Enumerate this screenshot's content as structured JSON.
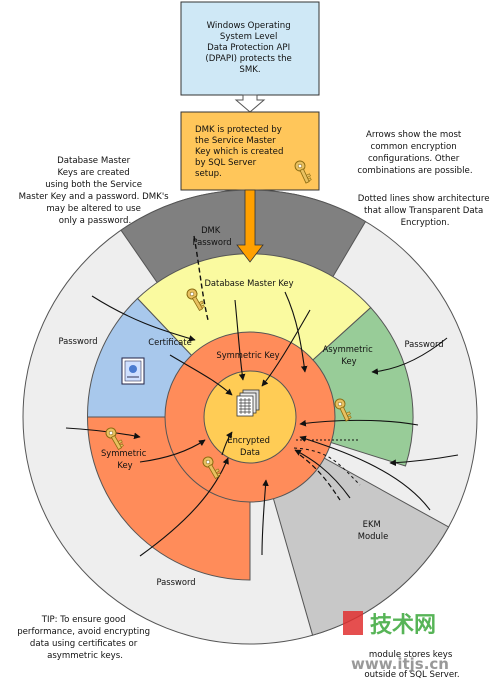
{
  "boxes": {
    "dpapi": [
      "Windows Operating",
      "System Level",
      "Data Protection API",
      "(DPAPI) protects the",
      "SMK."
    ],
    "dmk": [
      "DMK is protected by",
      "the Service Master",
      "Key which is created",
      "by SQL Server",
      "setup."
    ]
  },
  "notes": {
    "left_top": [
      "Database Master",
      "Keys are created",
      "using both the Service",
      "Master Key and a password. DMK's",
      "may be altered to use",
      "only a password."
    ],
    "right_top": [
      "Arrows show the most",
      "common encryption",
      "configurations. Other",
      "combinations are possible."
    ],
    "right_mid": [
      "Dotted lines show architecture",
      "that allow Transparent Data",
      "Encryption."
    ],
    "tip": [
      "TIP: To ensure good",
      "performance, avoid encrypting",
      "data using certificates or",
      "asymmetric keys."
    ],
    "bottom_right": [
      "module stores keys",
      "outside of SQL Server."
    ]
  },
  "labels": {
    "dmk_password": [
      "DMK",
      "Password"
    ],
    "database_master_key": "Database Master Key",
    "certificate": "Certificate",
    "asymmetric_key": [
      "Asymmetric",
      "Key"
    ],
    "symmetric_key_left": [
      "Symmetric",
      "Key"
    ],
    "symmetric_key_inner": "Symmetric Key",
    "encrypted_data": [
      "Encrypted",
      "Data"
    ],
    "ekm_module": [
      "EKM",
      "Module"
    ],
    "password_left": "Password",
    "password_right": "Password",
    "password_bottom": "Password"
  },
  "watermark": {
    "brand": "技术网",
    "url": "www.itjs.cn"
  },
  "colors": {
    "dpapi_box": "#cfe8f6",
    "dmk_box": "#ffc65a",
    "orange": "#ffc000",
    "outer_ring": "#eeeeee",
    "dark_gray": "#808080",
    "light_gray": "#c8c8c8",
    "yellow": "#fafaa0",
    "blue": "#a8c8ec",
    "green": "#98cc98",
    "salmon": "#ff8c5a",
    "center": "#ffcc55"
  }
}
